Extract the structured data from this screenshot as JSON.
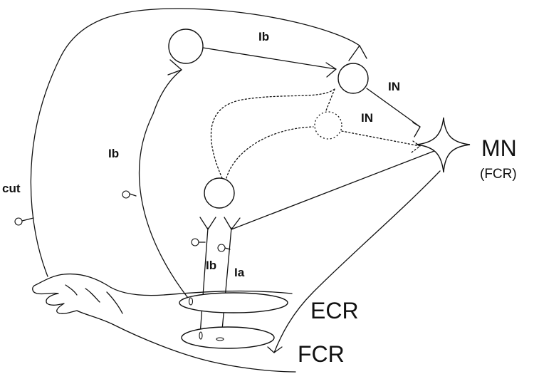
{
  "labels": {
    "ib_top": "Ib",
    "in_upper": "IN",
    "in_lower": "IN",
    "ib_left": "Ib",
    "cut": "cut",
    "ib_bottom": "Ib",
    "ia": "Ia",
    "mn": "MN",
    "mn_sub": "(FCR)",
    "ecr": "ECR",
    "fcr": "FCR"
  }
}
